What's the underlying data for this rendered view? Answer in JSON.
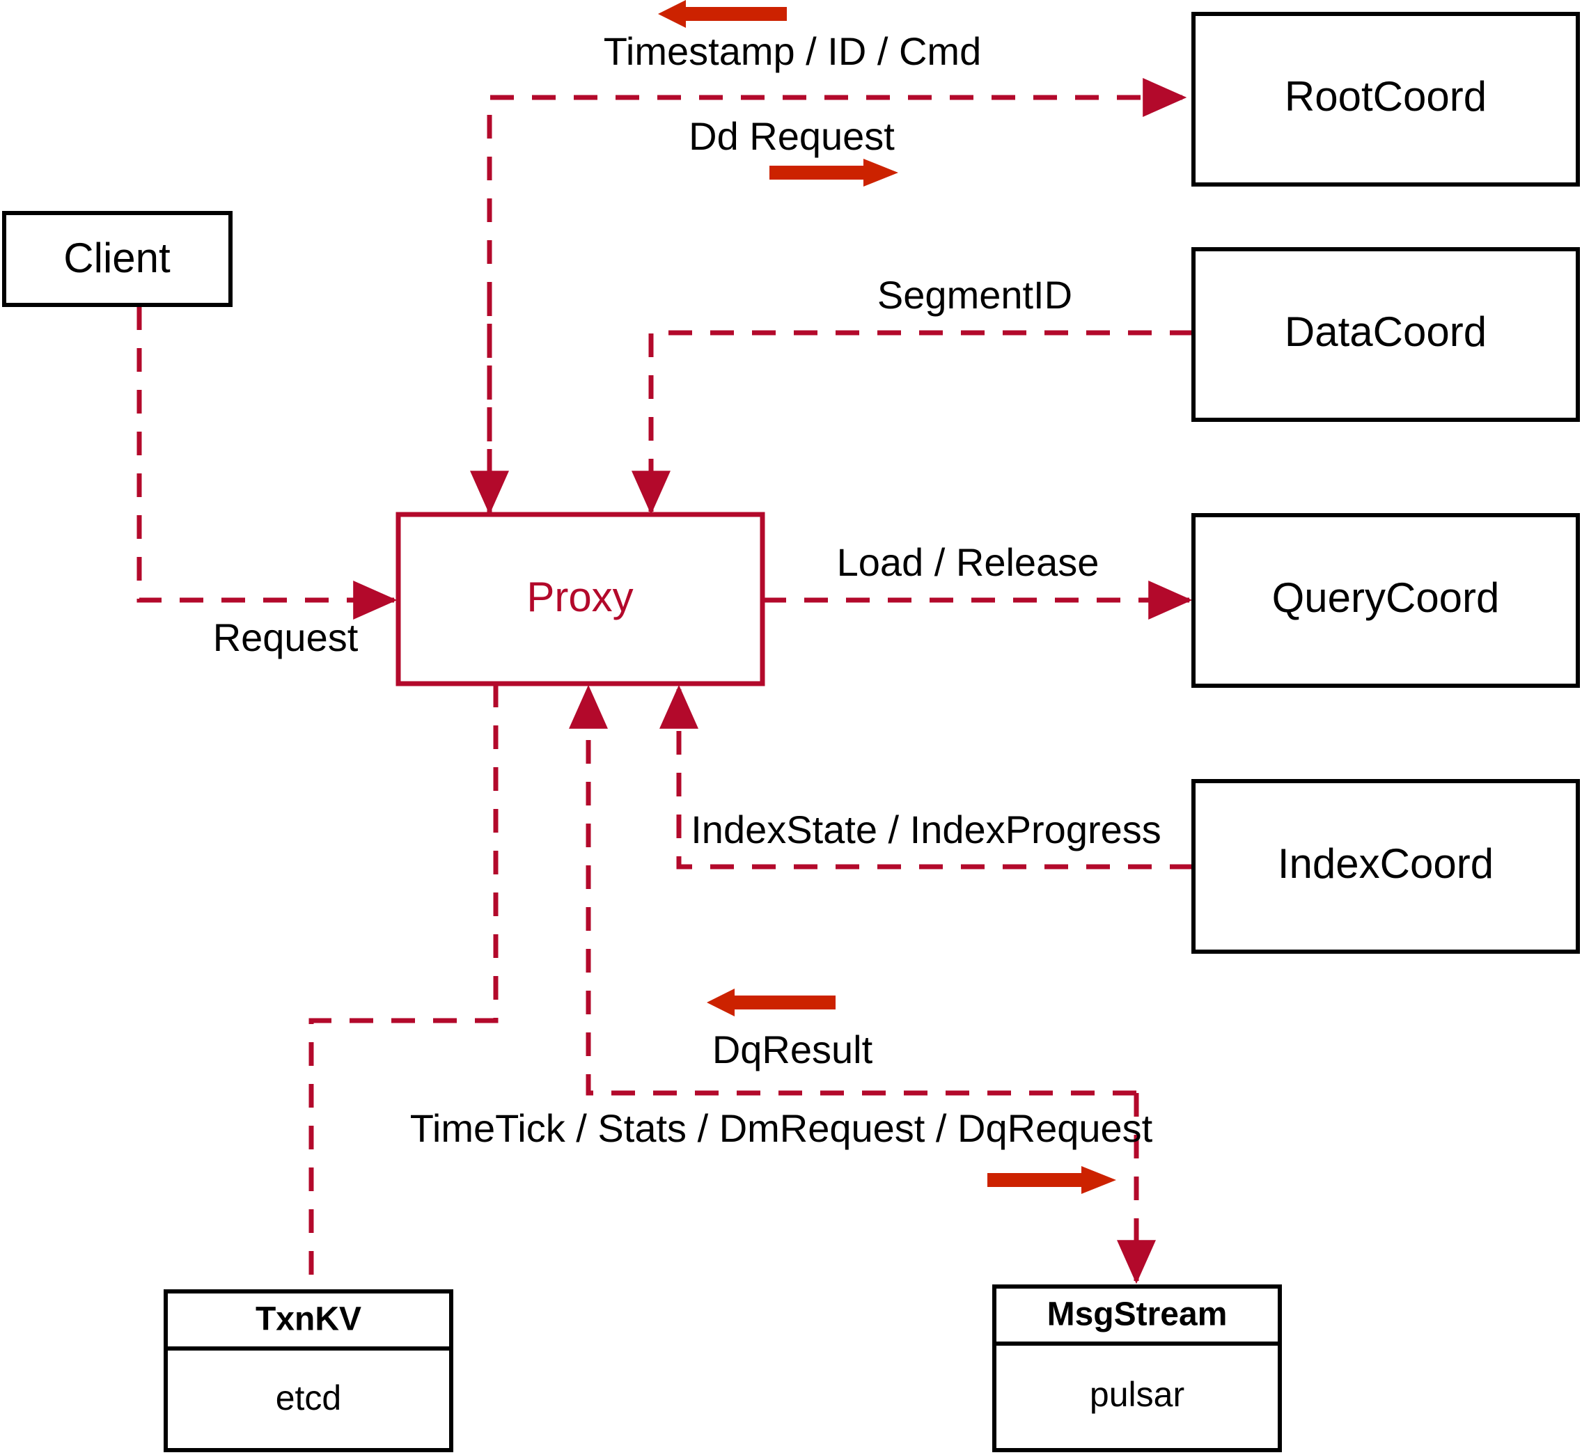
{
  "diagram": {
    "title": "Milvus Proxy interaction diagram",
    "colors": {
      "accent_red": "#B3092B",
      "arrow_red": "#CC2200",
      "node_stroke": "#000000",
      "background": "#FFFFFF"
    },
    "nodes": {
      "client": {
        "label": "Client"
      },
      "proxy": {
        "label": "Proxy"
      },
      "rootcoord": {
        "label": "RootCoord"
      },
      "datacoord": {
        "label": "DataCoord"
      },
      "querycoord": {
        "label": "QueryCoord"
      },
      "indexcoord": {
        "label": "IndexCoord"
      },
      "txnkv": {
        "title": "TxnKV",
        "impl": "etcd"
      },
      "msgstream": {
        "title": "MsgStream",
        "impl": "pulsar"
      }
    },
    "edge_labels": {
      "timestamp_id_cmd": "Timestamp / ID / Cmd",
      "dd_request": "Dd Request",
      "segment_id": "SegmentID",
      "request": "Request",
      "load_release": "Load / Release",
      "index_state_progress": "IndexState / IndexProgress",
      "dq_result": "DqResult",
      "timetick_stats": "TimeTick / Stats / DmRequest / DqRequest"
    },
    "direction_markers": {
      "timestamp_marker": "arrow-left",
      "dd_request_marker": "arrow-right",
      "dq_result_marker": "arrow-left",
      "timetick_marker": "arrow-right"
    }
  }
}
